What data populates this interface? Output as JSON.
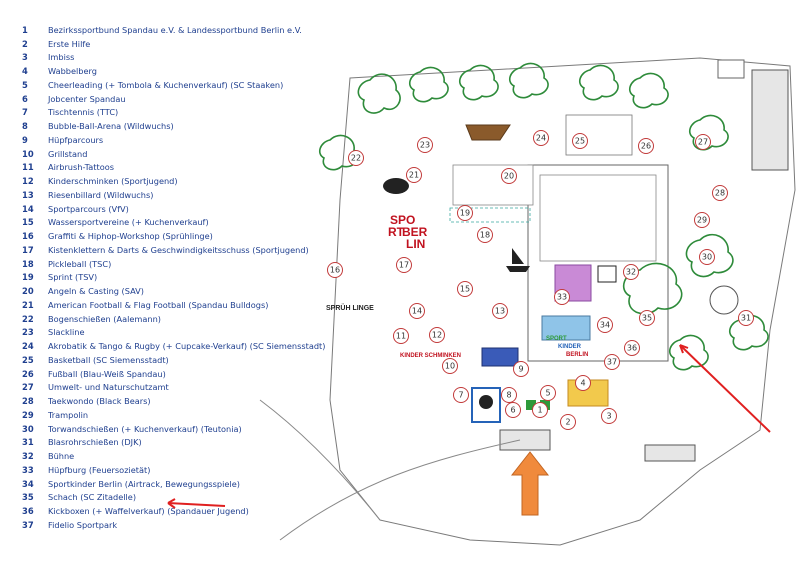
{
  "legend": [
    {
      "num": "1",
      "text": "Bezirkssportbund Spandau e.V. & Landessportbund Berlin e.V."
    },
    {
      "num": "2",
      "text": "Erste Hilfe"
    },
    {
      "num": "3",
      "text": "Imbiss"
    },
    {
      "num": "4",
      "text": "Wabbelberg"
    },
    {
      "num": "5",
      "text": "Cheerleading (+ Tombola & Kuchenverkauf) (SC Staaken)"
    },
    {
      "num": "6",
      "text": "Jobcenter Spandau"
    },
    {
      "num": "7",
      "text": "Tischtennis (TTC)"
    },
    {
      "num": "8",
      "text": "Bubble-Ball-Arena (Wildwuchs)"
    },
    {
      "num": "9",
      "text": "Hüpfparcours"
    },
    {
      "num": "10",
      "text": "Grillstand"
    },
    {
      "num": "11",
      "text": "Airbrush-Tattoos"
    },
    {
      "num": "12",
      "text": "Kinderschminken (Sportjugend)"
    },
    {
      "num": "13",
      "text": "Riesenbillard (Wildwuchs)"
    },
    {
      "num": "14",
      "text": "Sportparcours (VfV)"
    },
    {
      "num": "15",
      "text": "Wassersportvereine (+ Kuchenverkauf)"
    },
    {
      "num": "16",
      "text": "Graffiti & Hiphop-Workshop (Sprühlinge)"
    },
    {
      "num": "17",
      "text": "Kistenklettern & Darts & Geschwindigkeitsschuss (Sportjugend)"
    },
    {
      "num": "18",
      "text": "Pickleball (TSC)"
    },
    {
      "num": "19",
      "text": "Sprint (TSV)"
    },
    {
      "num": "20",
      "text": "Angeln & Casting (SAV)"
    },
    {
      "num": "21",
      "text": "American Football & Flag Football (Spandau Bulldogs)"
    },
    {
      "num": "22",
      "text": "Bogenschießen (Aalemann)"
    },
    {
      "num": "23",
      "text": "Slackline"
    },
    {
      "num": "24",
      "text": "Akrobatik & Tango & Rugby (+ Cupcake-Verkauf) (SC Siemensstadt)"
    },
    {
      "num": "25",
      "text": "Basketball (SC Siemensstadt)"
    },
    {
      "num": "26",
      "text": "Fußball (Blau-Weiß Spandau)"
    },
    {
      "num": "27",
      "text": "Umwelt- und Naturschutzamt"
    },
    {
      "num": "28",
      "text": "Taekwondo (Black Bears)"
    },
    {
      "num": "29",
      "text": "Trampolin"
    },
    {
      "num": "30",
      "text": "Torwandschießen (+ Kuchenverkauf) (Teutonia)"
    },
    {
      "num": "31",
      "text": "Blasrohrschießen (DJK)"
    },
    {
      "num": "32",
      "text": "Bühne"
    },
    {
      "num": "33",
      "text": "Hüpfburg (Feuersozietät)"
    },
    {
      "num": "34",
      "text": "Sportkinder Berlin (Airtrack, Bewegungsspiele)"
    },
    {
      "num": "35",
      "text": "Schach (SC Zitadelle)"
    },
    {
      "num": "36",
      "text": "Kickboxen (+ Waffelverkauf) (Spandauer Jugend)"
    },
    {
      "num": "37",
      "text": "Fidelio Sportpark"
    }
  ],
  "markers": [
    "1",
    "2",
    "3",
    "4",
    "5",
    "6",
    "7",
    "8",
    "9",
    "10",
    "11",
    "12",
    "13",
    "14",
    "15",
    "16",
    "17",
    "18",
    "19",
    "20",
    "21",
    "22",
    "23",
    "24",
    "25",
    "26",
    "27",
    "28",
    "29",
    "30",
    "31",
    "32",
    "33",
    "34",
    "35",
    "36",
    "37"
  ],
  "logos": {
    "sportberlin": [
      "SPO",
      "RT",
      "BER",
      "LIN"
    ],
    "spruehlinge": "SPRÜH LINGE",
    "sportkinder": [
      "SPORT",
      "KINDER",
      "BERLIN"
    ],
    "kinderschminken": "KINDER SCHMINKEN"
  },
  "colors": {
    "legend_text": "#1f3f8f",
    "marker_ring": "#c23b3b",
    "tree": "#2e8b3a",
    "arrow_red": "#e02020",
    "arrow_orange": "#f08a3c"
  }
}
